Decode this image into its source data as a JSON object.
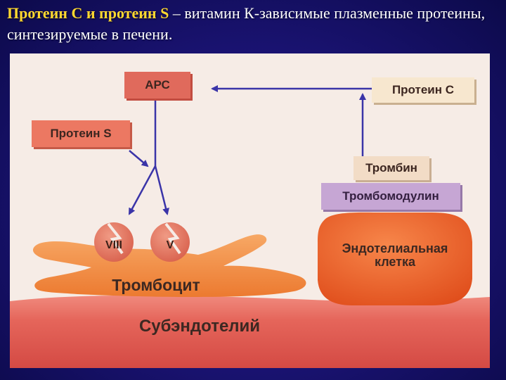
{
  "header": {
    "title_bold": "Протеин С и протеин S",
    "title_rest": " – витамин К-зависимые плазменные протеины, синтезируемые в печени."
  },
  "diagram": {
    "apc": "АРС",
    "protein_s": "Протеин S",
    "protein_c": "Протеин С",
    "thrombin": "Тромбин",
    "thrombomodulin": "Тромбомодулин",
    "endothelial_line1": "Эндотелиальная",
    "endothelial_line2": "клетка",
    "factor_viii": "VIII",
    "factor_v": "V",
    "platelet": "Тромбоцит",
    "subendothelium": "Субэндотелий"
  },
  "colors": {
    "background": "#1c1478",
    "title_accent": "#ffd830",
    "apc_box": "#e06a5c",
    "protein_s_box": "#ec7862",
    "protein_c_box": "#f7e7cf",
    "thrombin_box": "#f2dcc6",
    "thrombomodulin_box": "#c6a6d4",
    "arrow": "#3a34a8",
    "endothelial_cell": "#ec5a24",
    "platelet": "#f08a3a",
    "subendothelium": "#e5655a"
  }
}
